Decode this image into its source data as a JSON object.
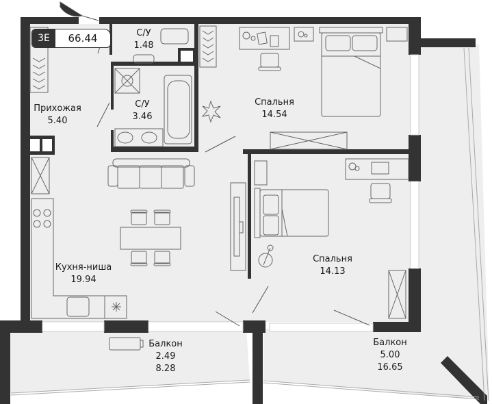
{
  "apartment": {
    "code": "3E",
    "total_area": "66.44"
  },
  "rooms": [
    {
      "name": "Прихожая",
      "area": "5.40"
    },
    {
      "name": "С/У",
      "area": "1.48"
    },
    {
      "name": "С/У",
      "area": "3.46"
    },
    {
      "name": "Спальня",
      "area": "14.54"
    },
    {
      "name": "Кухня-ниша",
      "area": "19.94"
    },
    {
      "name": "Спальня",
      "area": "14.13"
    },
    {
      "name": "Балкон",
      "area": "2.49",
      "area_full": "8.28"
    },
    {
      "name": "Балкон",
      "area": "5.00",
      "area_full": "16.65"
    }
  ],
  "colors": {
    "wall": "#333333",
    "floor": "#eeeeee",
    "furniture_line": "#555555",
    "window": "#ffffff"
  }
}
